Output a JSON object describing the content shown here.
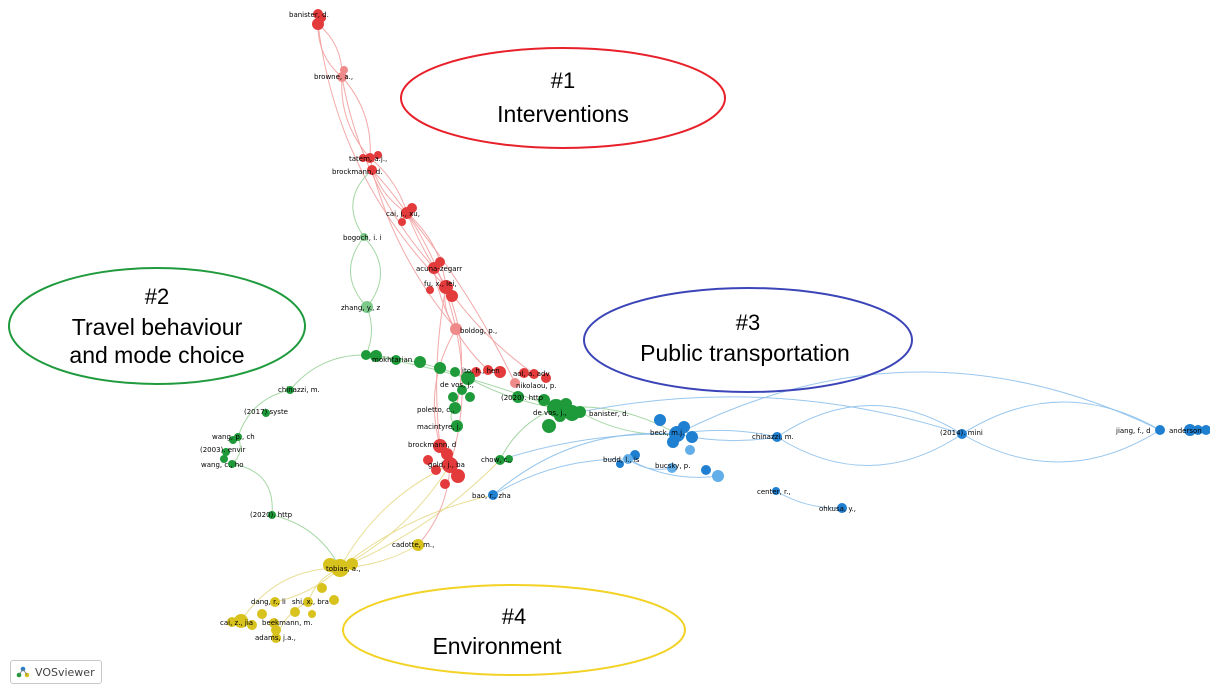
{
  "clusters": [
    {
      "id": "c1",
      "number": "#1",
      "name": "Interventions",
      "color": "#e8202a"
    },
    {
      "id": "c2",
      "number": "#2",
      "name_line1": "Travel behaviour",
      "name_line2": "and mode choice",
      "color": "#1f9a3c"
    },
    {
      "id": "c3",
      "number": "#3",
      "name": "Public transportation",
      "color": "#3b45b8"
    },
    {
      "id": "c4",
      "number": "#4",
      "name": "Environment",
      "color": "#f2d224"
    }
  ],
  "node_colors": {
    "red": "#e33b3b",
    "lightred": "#ef8a8a",
    "green": "#1e9a3a",
    "lightgreen": "#7cc98a",
    "blue": "#1f7fd0",
    "lightblue": "#62aee8",
    "yellow": "#d8c21e"
  },
  "edge_colors": {
    "red": "#f2a0a0",
    "green": "#9bd39b",
    "blue": "#8ec1ec",
    "yellow": "#e7da8a"
  },
  "node_labels": {
    "banister": "banister, d.",
    "browne": "browne, a.,",
    "tatem": "tatem, a.j.,",
    "brockmann1": "brockmann, d.",
    "cai_xu": "cai, j., xu,",
    "bogoch": "bogoch, i. i",
    "acuna": "acuna-zegarr",
    "fu": "fu, x., lei,",
    "zhang": "zhang, y., z",
    "boldog": "boldog, p.,",
    "mokhtarian": "mokhtarian",
    "ito": "ito, h., hen",
    "aol": "aol, a. adv",
    "chinazzi1": "chinazzi, m.",
    "devos1": "de vos, j.,",
    "nikolaou": "nikolaou, p.",
    "y2017": "(2017) syste",
    "y2020a": "(2020). http",
    "poletto": "poletto, c.,",
    "devos2": "de vos, j.,",
    "banister2": "banister, d.",
    "wang_ch": "wang, p., ch",
    "macintyre": "macintyre, j.",
    "beck": "beck, m.j.",
    "chinazzi2": "chinazzi, m.",
    "y2014": "(2014). mini",
    "jiang": "jiang, f., d",
    "anderson": "anderson",
    "y2003": "(2003). envir",
    "wang_ho": "wang, c., ho",
    "brockmann2": "brockmann, d",
    "gold": "gold, j., ba",
    "chow": "chow, c.,",
    "budd": "budd, l., is",
    "bucsky": "bucsky, p.",
    "center": "center, r.,",
    "ohkusa": "ohkusa, y.,",
    "bao": "bao, r., zha",
    "y2020b": "(2020). http",
    "cadotte": "cadotte, m.,",
    "tobias": "tobias, a.,",
    "dang": "dang, r., li",
    "shi": "shi, x., bra",
    "cai_jia": "cai, z., jia",
    "beekmann": "beekmann, m.",
    "adams": "adams, j.a.,"
  },
  "watermark": {
    "brand": "VOSviewer"
  }
}
